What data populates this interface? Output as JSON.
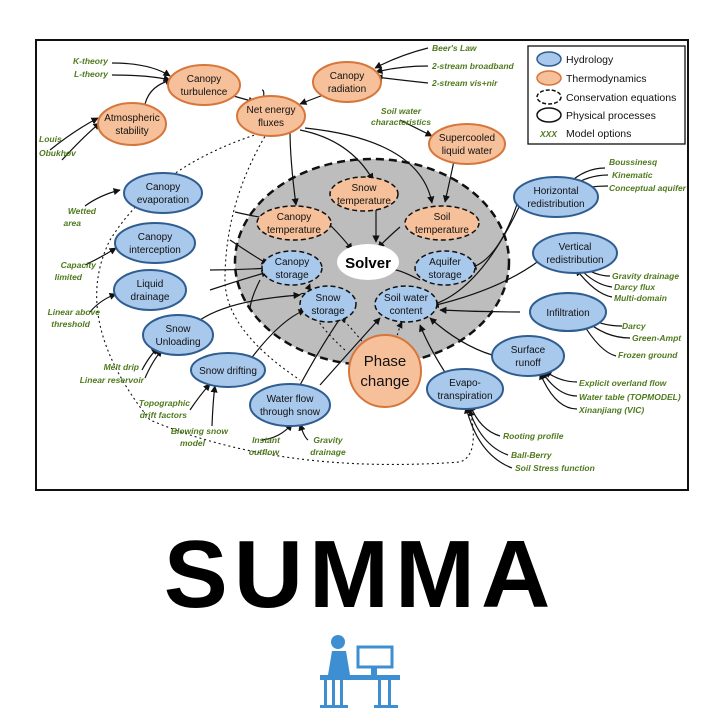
{
  "colors": {
    "hydrology": "#a8c8ec",
    "thermodynamics": "#f6c09a",
    "solver_region": "#bdbdbd",
    "option_text": "#4f7a1e",
    "logo": "#3d8fd1"
  },
  "legend": {
    "items": [
      {
        "label": "Hydrology",
        "style": "hydrology"
      },
      {
        "label": "Thermodynamics",
        "style": "thermodynamics"
      },
      {
        "label": "Conservation equations",
        "style": "dashed"
      },
      {
        "label": "Physical processes",
        "style": "solid"
      },
      {
        "label": "Model options",
        "symbol": "XXX"
      }
    ]
  },
  "solver": {
    "label": "Solver"
  },
  "phase_change": {
    "lines": [
      "Phase",
      "change"
    ]
  },
  "nodes": {
    "canopy_turbulence": {
      "lines": [
        "Canopy",
        "turbulence"
      ],
      "type": "thermodynamics"
    },
    "canopy_radiation": {
      "lines": [
        "Canopy",
        "radiation"
      ],
      "type": "thermodynamics"
    },
    "atmospheric_stability": {
      "lines": [
        "Atmospheric",
        "stability"
      ],
      "type": "thermodynamics"
    },
    "net_energy_fluxes": {
      "lines": [
        "Net energy",
        "fluxes"
      ],
      "type": "thermodynamics"
    },
    "supercooled_liquid_water": {
      "lines": [
        "Supercooled",
        "liquid water"
      ],
      "type": "thermodynamics"
    },
    "snow_temperature": {
      "lines": [
        "Snow",
        "temperature"
      ],
      "type": "thermodynamics",
      "conservation": true
    },
    "canopy_temperature": {
      "lines": [
        "Canopy",
        "temperature"
      ],
      "type": "thermodynamics",
      "conservation": true
    },
    "soil_temperature": {
      "lines": [
        "Soil",
        "temperature"
      ],
      "type": "thermodynamics",
      "conservation": true
    },
    "canopy_storage": {
      "lines": [
        "Canopy",
        "storage"
      ],
      "type": "hydrology",
      "conservation": true
    },
    "aquifer_storage": {
      "lines": [
        "Aquifer",
        "storage"
      ],
      "type": "hydrology",
      "conservation": true
    },
    "snow_storage": {
      "lines": [
        "Snow",
        "storage"
      ],
      "type": "hydrology",
      "conservation": true
    },
    "soil_water_content": {
      "lines": [
        "Soil water",
        "content"
      ],
      "type": "hydrology",
      "conservation": true
    },
    "canopy_evaporation": {
      "lines": [
        "Canopy",
        "evaporation"
      ],
      "type": "hydrology"
    },
    "canopy_interception": {
      "lines": [
        "Canopy",
        "interception"
      ],
      "type": "hydrology"
    },
    "liquid_drainage": {
      "lines": [
        "Liquid",
        "drainage"
      ],
      "type": "hydrology"
    },
    "snow_unloading": {
      "lines": [
        "Snow",
        "Unloading"
      ],
      "type": "hydrology"
    },
    "snow_drifting": {
      "lines": [
        "Snow drifting"
      ],
      "type": "hydrology"
    },
    "water_flow_through_snow": {
      "lines": [
        "Water flow",
        "through snow"
      ],
      "type": "hydrology"
    },
    "evapotranspiration": {
      "lines": [
        "Evapo-",
        "transpiration"
      ],
      "type": "hydrology"
    },
    "surface_runoff": {
      "lines": [
        "Surface",
        "runoff"
      ],
      "type": "hydrology"
    },
    "infiltration": {
      "lines": [
        "Infiltration"
      ],
      "type": "hydrology"
    },
    "vertical_redistribution": {
      "lines": [
        "Vertical",
        "redistribution"
      ],
      "type": "hydrology"
    },
    "horizontal_redistribution": {
      "lines": [
        "Horizontal",
        "redistribution"
      ],
      "type": "hydrology"
    }
  },
  "options": {
    "k_theory": "K-theory",
    "l_theory": "L-theory",
    "louis": "Louis",
    "obukhov": "Obukhov",
    "beers_law": "Beer's Law",
    "two_stream_broadband": "2-stream broadband",
    "two_stream_vis_nir": "2-stream vis+nir",
    "soil_water_characteristics": [
      "Soil water",
      "characteristics"
    ],
    "boussinesq": "Boussinesq",
    "kinematic": "Kinematic",
    "conceptual_aquifer": "Conceptual aquifer",
    "wetted_area": [
      "Wetted",
      "area"
    ],
    "capacity_limited": [
      "Capacity",
      "limited"
    ],
    "linear_above_threshold": [
      "Linear above",
      "threshold"
    ],
    "melt_drip": "Melt drip",
    "linear_reservoir": "Linear reservoir",
    "topographic_drift_factors": [
      "Topographic",
      "drift factors"
    ],
    "blowing_snow_model": [
      "Blowing snow",
      "model"
    ],
    "instant_outflow": [
      "Instant",
      "outflow"
    ],
    "gravity_drainage_snow": [
      "Gravity",
      "drainage"
    ],
    "gravity_drainage": "Gravity  drainage",
    "darcy_flux": "Darcy flux",
    "multi_domain": "Multi-domain",
    "darcy": "Darcy",
    "green_ampt": "Green-Ampt",
    "frozen_ground": "Frozen ground",
    "explicit_overland_flow": "Explicit overland flow",
    "water_table_topmodel": "Water table (TOPMODEL)",
    "xinanjiang_vic": "Xinanjiang (VIC)",
    "rooting_profile": "Rooting profile",
    "ball_berry": "Ball-Berry",
    "soil_stress_function": "Soil Stress function"
  },
  "title": "SUMMA",
  "logo_icon": "person-at-computer-icon"
}
